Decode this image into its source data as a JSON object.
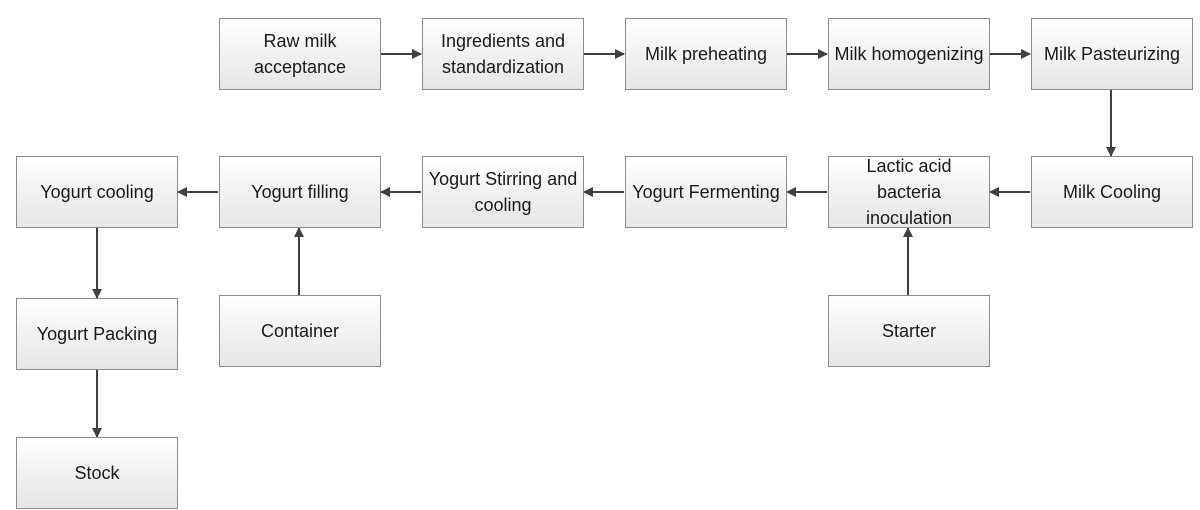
{
  "nodes": {
    "raw_milk_acceptance": "Raw milk acceptance",
    "ingredients_standardization": "Ingredients and standardization",
    "milk_preheating": "Milk preheating",
    "milk_homogenizing": "Milk homogenizing",
    "milk_pasteurizing": "Milk Pasteurizing",
    "milk_cooling": "Milk Cooling",
    "lactic_acid_inoculation": "Lactic acid bacteria inoculation",
    "yogurt_fermenting": "Yogurt Fermenting",
    "yogurt_stirring_cooling": "Yogurt Stirring and cooling",
    "yogurt_filling": "Yogurt filling",
    "yogurt_cooling": "Yogurt cooling",
    "yogurt_packing": "Yogurt Packing",
    "stock": "Stock",
    "container": "Container",
    "starter": "Starter"
  },
  "colors": {
    "box_border": "#8c8c8c",
    "box_fill_top": "#ffffff",
    "box_fill_bottom": "#e6e6e6",
    "arrow": "#404040",
    "text": "#1a1a1a"
  }
}
